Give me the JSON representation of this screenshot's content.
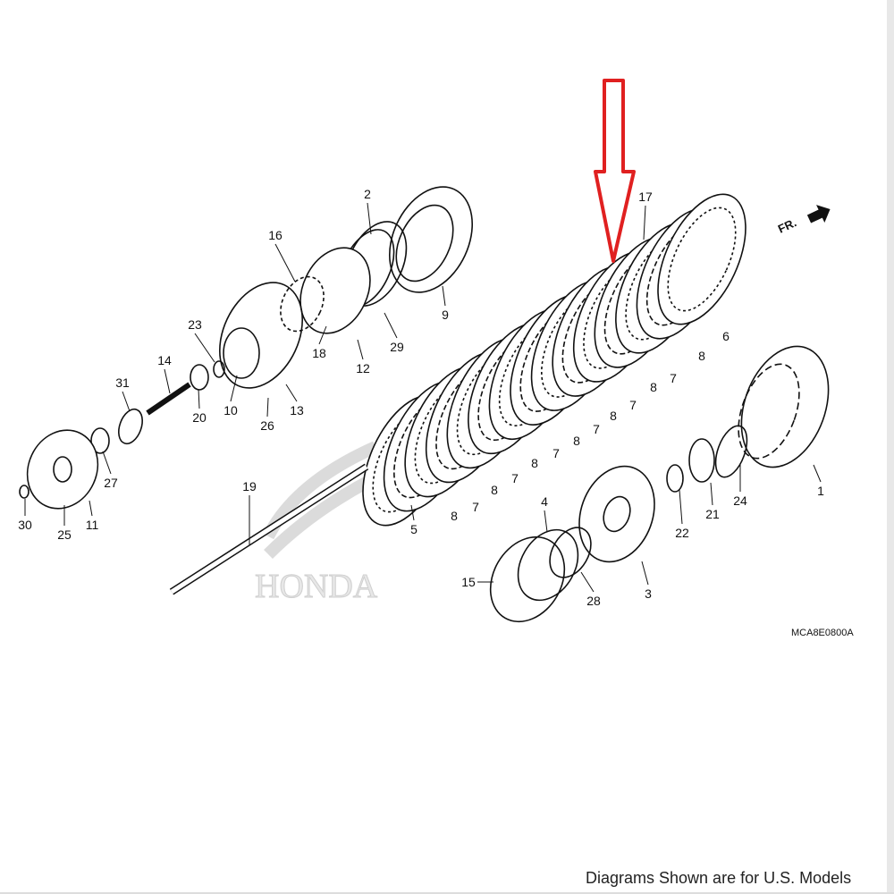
{
  "labels": [
    "2",
    "16",
    "9",
    "23",
    "29",
    "18",
    "12",
    "14",
    "31",
    "10",
    "13",
    "20",
    "26",
    "27",
    "11",
    "25",
    "30",
    "19",
    "5",
    "8",
    "7",
    "8",
    "7",
    "8",
    "7",
    "8",
    "7",
    "8",
    "7",
    "8",
    "7",
    "8",
    "6",
    "17",
    "1",
    "24",
    "21",
    "22",
    "3",
    "4",
    "28",
    "15"
  ],
  "direction_marker": "FR.",
  "diagram_code": "MCA8E0800A",
  "watermark": "HONDA",
  "footer_note": "Diagrams Shown are for U.S. Models",
  "colors": {
    "arrow": "#e02020",
    "line": "#111111",
    "watermark": "#cccccc"
  }
}
